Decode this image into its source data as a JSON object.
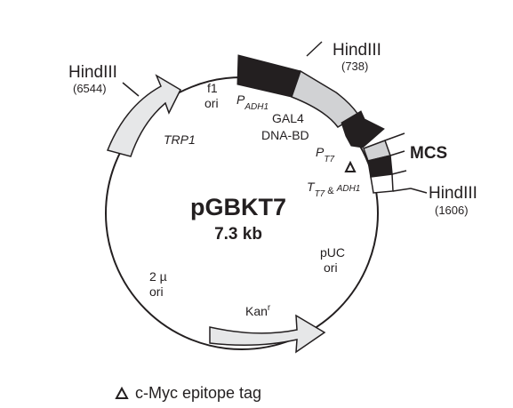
{
  "plasmid": {
    "name": "pGBKT7",
    "size": "7.3 kb"
  },
  "sites": [
    {
      "name": "HindIII",
      "position": "(738)"
    },
    {
      "name": "HindIII",
      "position": "(1606)"
    },
    {
      "name": "HindIII",
      "position": "(6544)"
    }
  ],
  "features": {
    "p_adh1": {
      "main": "P",
      "sub": "ADH1"
    },
    "gal4_line1": "GAL4",
    "gal4_line2": "DNA-BD",
    "p_t7": {
      "main": "P",
      "sub": "T7"
    },
    "t_t7": {
      "main": "T",
      "sub": "T7",
      "tail": " & ",
      "sub2": "ADH1"
    },
    "mcs": "MCS",
    "trp1": "TRP1",
    "f1_line1": "f1",
    "f1_line2": "ori",
    "puc_line1": "pUC",
    "puc_line2": "ori",
    "twomu_line1": "2 µ",
    "twomu_line2": "ori",
    "kan": {
      "main": "Kan",
      "sup": "r"
    }
  },
  "legend": {
    "label": "c-Myc epitope tag"
  }
}
